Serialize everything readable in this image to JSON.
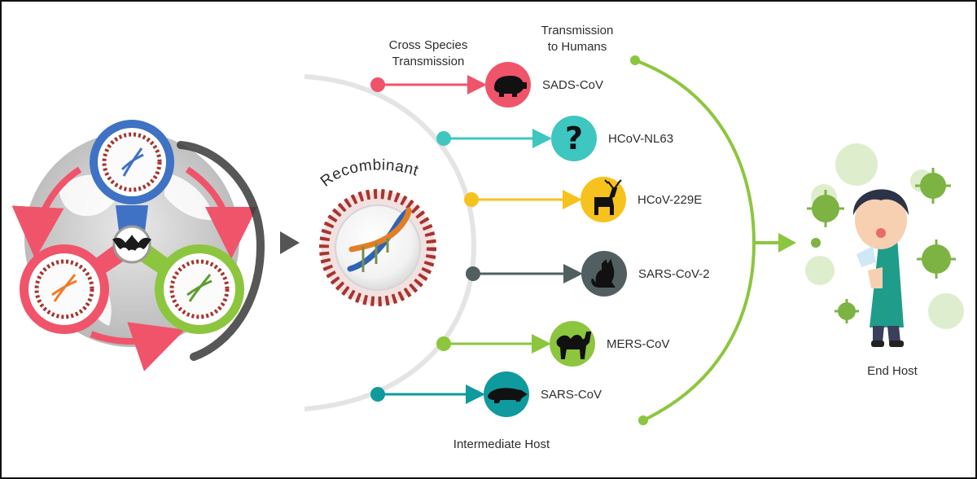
{
  "labels": {
    "cross_species": [
      "Cross Species",
      "Transmission"
    ],
    "to_humans": [
      "Transmission",
      "to Humans"
    ],
    "recombinants": "Recombinants",
    "intermediate_host": "Intermediate Host",
    "end_host": "End Host"
  },
  "viruses": [
    {
      "name": "SADS-CoV",
      "host": "pig-icon",
      "color": "#f0546a"
    },
    {
      "name": "HCoV-NL63",
      "host": "question-mark-icon",
      "color": "#3ec6c0"
    },
    {
      "name": "HCoV-229E",
      "host": "deer-icon",
      "color": "#f7c21d"
    },
    {
      "name": "SARS-CoV-2",
      "host": "cat-icon",
      "color": "#515f61"
    },
    {
      "name": "MERS-CoV",
      "host": "camel-icon",
      "color": "#8cc63f"
    },
    {
      "name": "SARS-CoV",
      "host": "civet-icon",
      "color": "#0f9a9e"
    }
  ],
  "host_glyphs": {
    "question": "?"
  },
  "colors": {
    "red": "#f0546a",
    "blue": "#3f72c5",
    "green": "#8cc63f",
    "gray_arrow": "#555555",
    "virus_red": "#a8332e",
    "human_arc": "#8cc63f"
  }
}
